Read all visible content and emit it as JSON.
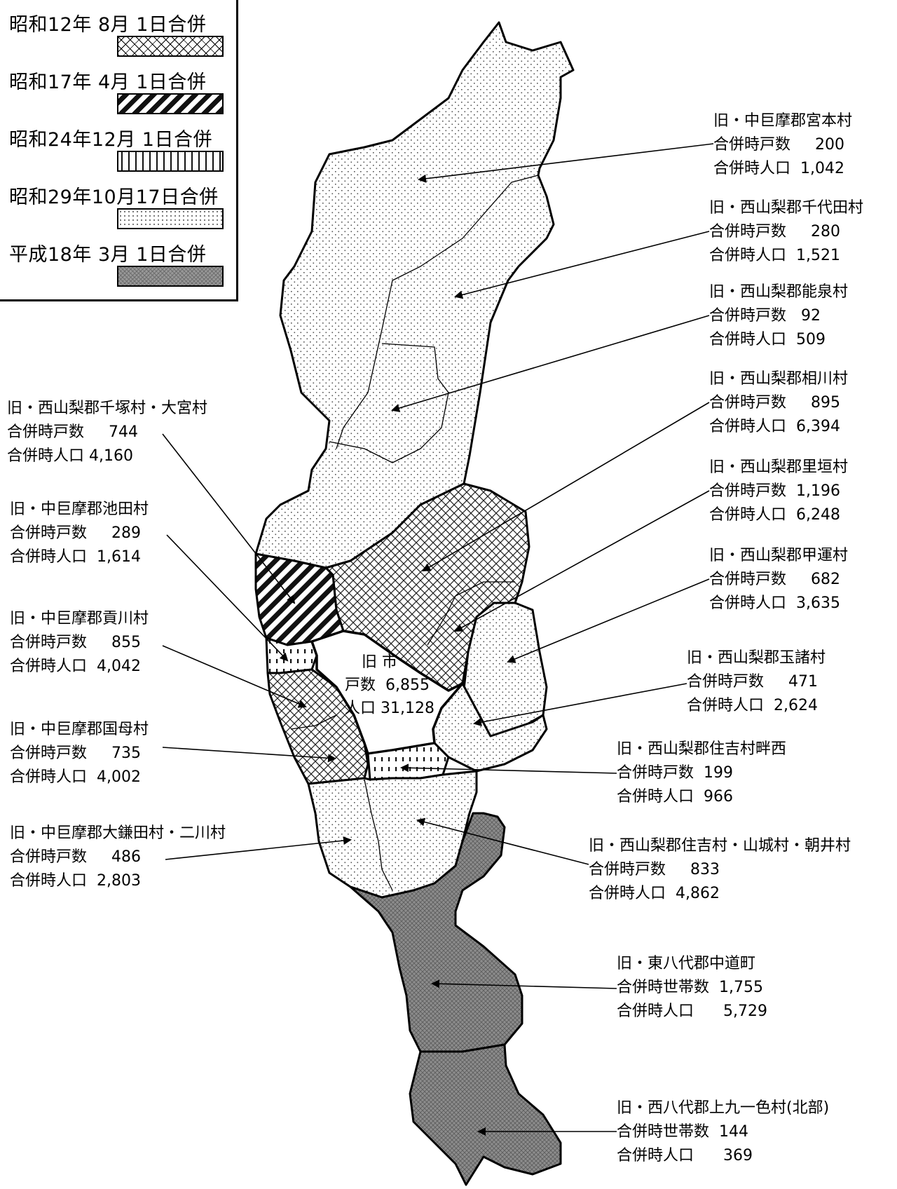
{
  "legend": {
    "items": [
      {
        "label": "昭和12年 8月 1日合併",
        "pattern": "crosshatch"
      },
      {
        "label": "昭和17年 4月 1日合併",
        "pattern": "diagonal-stripes"
      },
      {
        "label": "昭和24年12月 1日合併",
        "pattern": "vertical-dashes"
      },
      {
        "label": "昭和29年10月17日合併",
        "pattern": "light-dots"
      },
      {
        "label": "平成18年 3月 1日合併",
        "pattern": "dark-gray-mesh"
      }
    ]
  },
  "city": {
    "name": "旧 市",
    "households_label": "戸数",
    "households": "6,855",
    "population_label": "人口",
    "population": "31,128"
  },
  "regions": [
    {
      "id": "miyamoto",
      "name": "旧・中巨摩郡宮本村",
      "households_label": "合併時戸数",
      "households": "200",
      "population_label": "合併時人口",
      "population": "1,042"
    },
    {
      "id": "chiyoda",
      "name": "旧・西山梨郡千代田村",
      "households_label": "合併時戸数",
      "households": "280",
      "population_label": "合併時人口",
      "population": "1,521"
    },
    {
      "id": "nosen",
      "name": "旧・西山梨郡能泉村",
      "households_label": "合併時戸数",
      "households": "92",
      "population_label": "合併時人口",
      "population": "509"
    },
    {
      "id": "aikawa",
      "name": "旧・西山梨郡相川村",
      "households_label": "合併時戸数",
      "households": "895",
      "population_label": "合併時人口",
      "population": "6,394"
    },
    {
      "id": "satogaki",
      "name": "旧・西山梨郡里垣村",
      "households_label": "合併時戸数",
      "households": "1,196",
      "population_label": "合併時人口",
      "population": "6,248"
    },
    {
      "id": "koun",
      "name": "旧・西山梨郡甲運村",
      "households_label": "合併時戸数",
      "households": "682",
      "population_label": "合併時人口",
      "population": "3,635"
    },
    {
      "id": "tamamoro",
      "name": "旧・西山梨郡玉諸村",
      "households_label": "合併時戸数",
      "households": "471",
      "population_label": "合併時人口",
      "population": "2,624"
    },
    {
      "id": "sumiyoshi-azenishi",
      "name": "旧・西山梨郡住吉村畔西",
      "households_label": "合併時戸数",
      "households": "199",
      "population_label": "合併時人口",
      "population": "966"
    },
    {
      "id": "sumiyoshi-yamashiro-asai",
      "name": "旧・西山梨郡住吉村・山城村・朝井村",
      "households_label": "合併時戸数",
      "households": "833",
      "population_label": "合併時人口",
      "population": "4,862"
    },
    {
      "id": "nakamichi",
      "name": "旧・東八代郡中道町",
      "households_label": "合併時世帯数",
      "households": "1,755",
      "population_label": "合併時人口",
      "population": "5,729"
    },
    {
      "id": "kamikuishiki",
      "name": "旧・西八代郡上九一色村(北部)",
      "households_label": "合併時世帯数",
      "households": "144",
      "population_label": "合併時人口",
      "population": "369"
    },
    {
      "id": "chizuka-omiya",
      "name": "旧・西山梨郡千塚村・大宮村",
      "households_label": "合併時戸数",
      "households": "744",
      "population_label": "合併時人口",
      "population": "4,160"
    },
    {
      "id": "ikeda",
      "name": "旧・中巨摩郡池田村",
      "households_label": "合併時戸数",
      "households": "289",
      "population_label": "合併時人口",
      "population": "1,614"
    },
    {
      "id": "kaisen",
      "name": "旧・中巨摩郡貢川村",
      "households_label": "合併時戸数",
      "households": "855",
      "population_label": "合併時人口",
      "population": "4,042"
    },
    {
      "id": "kubo",
      "name": "旧・中巨摩郡国母村",
      "households_label": "合併時戸数",
      "households": "735",
      "population_label": "合併時人口",
      "population": "4,002"
    },
    {
      "id": "okamata-futakawa",
      "name": "旧・中巨摩郡大鎌田村・二川村",
      "households_label": "合併時戸数",
      "households": "486",
      "population_label": "合併時人口",
      "population": "2,803"
    }
  ]
}
